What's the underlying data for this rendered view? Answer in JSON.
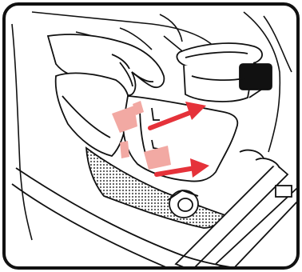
{
  "illustration": {
    "arrows": [
      {
        "id": "upper-arrow",
        "direction": "right",
        "color": "#e5323a"
      },
      {
        "id": "lower-arrow",
        "direction": "right",
        "color": "#e5323a"
      }
    ],
    "tabs_color": "#f2a9a3",
    "mesh_color": "#6a6a6a",
    "frame_border_color": "#111111"
  }
}
